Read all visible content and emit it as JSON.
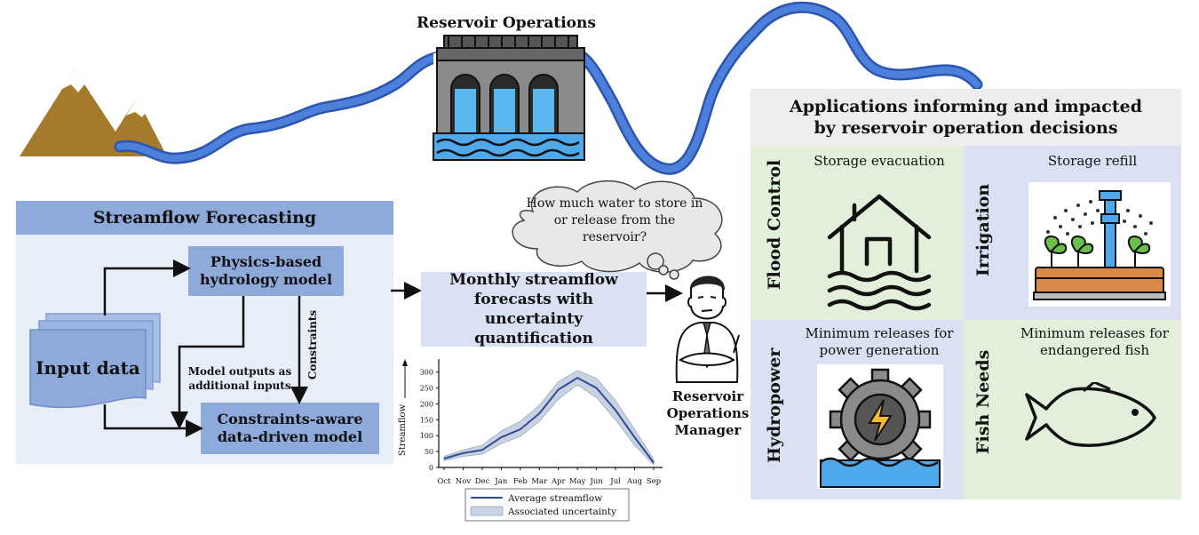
{
  "colors": {
    "river": "#3d6fc9",
    "mountain": "#a67a2c",
    "forecast_panel_bg": "#e7eef8",
    "forecast_header": "#8eaadb",
    "model_box": "#8eaadb",
    "flood_bg": "#e2efda",
    "irrigation_bg": "#d9e1f2",
    "hydropower_bg": "#d9e1f2",
    "fish_bg": "#e2efda",
    "apps_header_bg": "#ededed",
    "chart_line": "#2f4d8f",
    "chart_band": "#c9d2e3"
  },
  "top": {
    "reservoir_label": "Reservoir Operations"
  },
  "forecasting": {
    "title": "Streamflow Forecasting",
    "input_label": "Input data",
    "physics_model": "Physics-based hydrology model",
    "constraints_label": "Constraints",
    "model_outputs_label": "Model outputs as additional inputs",
    "data_driven_model": "Constraints-aware data-driven model"
  },
  "forecast_output": "Monthly streamflow forecasts with uncertainty quantification",
  "thought_bubble": "How much water to store in or release from the reservoir?",
  "manager_label": "Reservoir Operations Manager",
  "chart_data": {
    "type": "line",
    "ylabel": "Streamflow",
    "xlabel": "",
    "categories": [
      "Oct",
      "Nov",
      "Dec",
      "Jan",
      "Feb",
      "Mar",
      "Apr",
      "May",
      "Jun",
      "Jul",
      "Aug",
      "Sep"
    ],
    "x": [
      0,
      1,
      2,
      3,
      4,
      5,
      6,
      7,
      8,
      9,
      10,
      11
    ],
    "ylim": [
      0,
      330
    ],
    "yticks": [
      0,
      50,
      100,
      150,
      200,
      250,
      300
    ],
    "series": [
      {
        "name": "Average streamflow",
        "values": [
          28,
          45,
          55,
          95,
          120,
          170,
          245,
          282,
          250,
          180,
          95,
          15
        ]
      },
      {
        "name": "Associated uncertainty",
        "lower": [
          22,
          35,
          42,
          75,
          98,
          145,
          215,
          260,
          220,
          150,
          70,
          8
        ],
        "upper": [
          35,
          55,
          70,
          115,
          145,
          195,
          270,
          305,
          280,
          210,
          120,
          25
        ]
      }
    ],
    "legend": [
      "Average streamflow",
      "Associated uncertainty"
    ],
    "legend_position": "bottom"
  },
  "applications": {
    "title": "Applications informing and impacted by reservoir operation decisions",
    "flood": {
      "side_label": "Flood Control",
      "title": "Storage evacuation",
      "icon": "flooded-house-icon"
    },
    "irrigation": {
      "side_label": "Irrigation",
      "title": "Storage refill",
      "icon": "sprinkler-icon"
    },
    "hydropower": {
      "side_label": "Hydropower",
      "title": "Minimum releases for power generation",
      "icon": "hydro-gear-icon"
    },
    "fish": {
      "side_label": "Fish Needs",
      "title": "Minimum releases for endangered fish",
      "icon": "fish-icon"
    }
  }
}
